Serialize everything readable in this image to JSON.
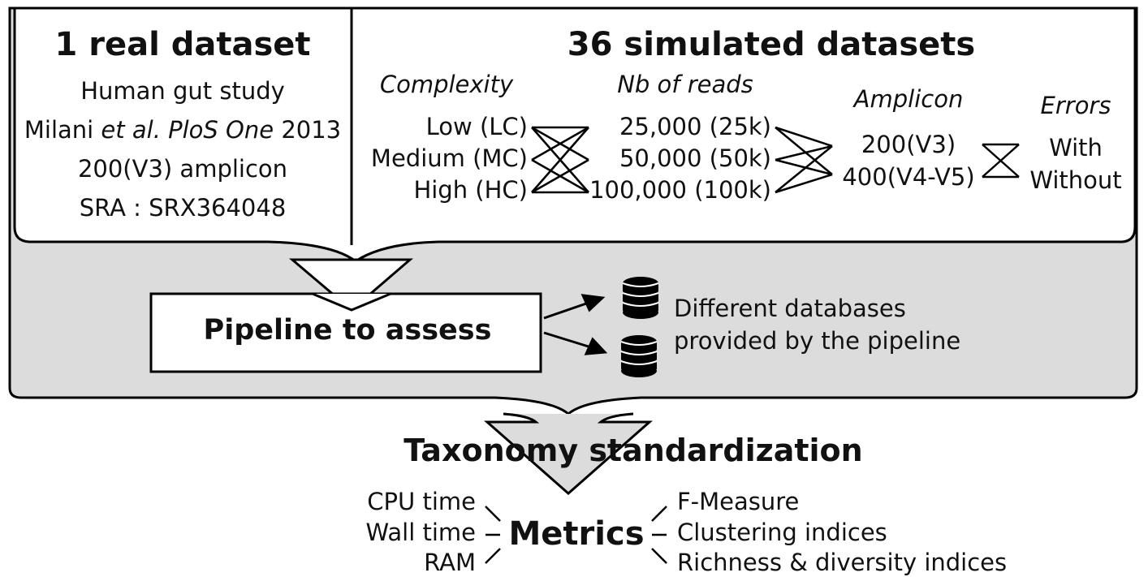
{
  "real": {
    "title": "1 real dataset",
    "line1": "Human gut study",
    "line2_a": "Milani ",
    "line2_b": "et al. PloS One",
    "line2_c": " 2013",
    "line3": "200(V3) amplicon",
    "line4": "SRA : SRX364048"
  },
  "simulated": {
    "title": "36 simulated datasets",
    "complexity": {
      "header": "Complexity",
      "items": [
        "Low (LC)",
        "Medium (MC)",
        "High (HC)"
      ]
    },
    "reads": {
      "header": "Nb of reads",
      "items": [
        "25,000 (25k)",
        "50,000 (50k)",
        "100,000 (100k)"
      ]
    },
    "amplicon": {
      "header": "Amplicon",
      "items": [
        "200(V3)",
        "400(V4-V5)"
      ]
    },
    "errors": {
      "header": "Errors",
      "items": [
        "With",
        "Without"
      ]
    }
  },
  "pipeline": {
    "label": "Pipeline to assess",
    "databases_line1": "Different databases",
    "databases_line2": "provided by the pipeline",
    "database_icon": "database-icon"
  },
  "taxonomy": {
    "label": "Taxonomy standardization"
  },
  "metrics": {
    "label": "Metrics",
    "left": [
      "CPU time",
      "Wall time",
      "RAM"
    ],
    "right": [
      "F-Measure",
      "Clustering indices",
      "Richness & diversity indices"
    ]
  },
  "colors": {
    "panel_gray": "#dcdcdc",
    "stroke": "#000000",
    "box": "#ffffff"
  }
}
